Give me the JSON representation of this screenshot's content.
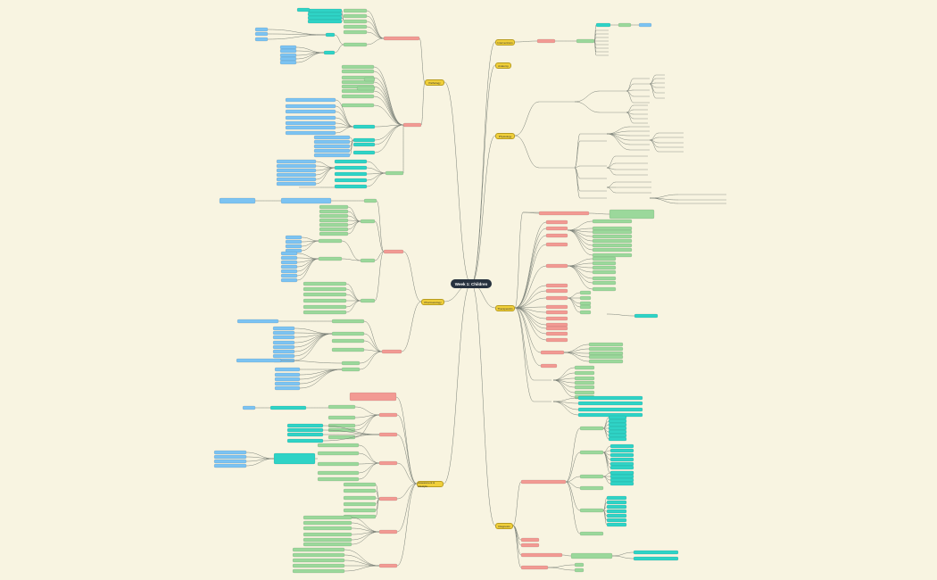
{
  "root": {
    "label": "Week 1: Children"
  },
  "topics": {
    "t1": {
      "label": "Pathology"
    },
    "t2": {
      "label": "Pharmacology"
    },
    "t3": {
      "label": "Assessment & Lifestyle"
    },
    "t4": {
      "label": "Interventions"
    },
    "t5": {
      "label": "Anatomy"
    },
    "t6": {
      "label": "Physiology"
    },
    "t7": {
      "label": "Therapeutics"
    },
    "t8": {
      "label": "Diagnosis"
    }
  },
  "colors": {
    "background": "#f8f4e1",
    "root": "#27323f",
    "topic": "#f0cf3a",
    "red": "#f29a93",
    "green": "#9bd89b",
    "teal": "#2fd3c6",
    "blue": "#7cc3f2",
    "line": "#7a8077"
  }
}
